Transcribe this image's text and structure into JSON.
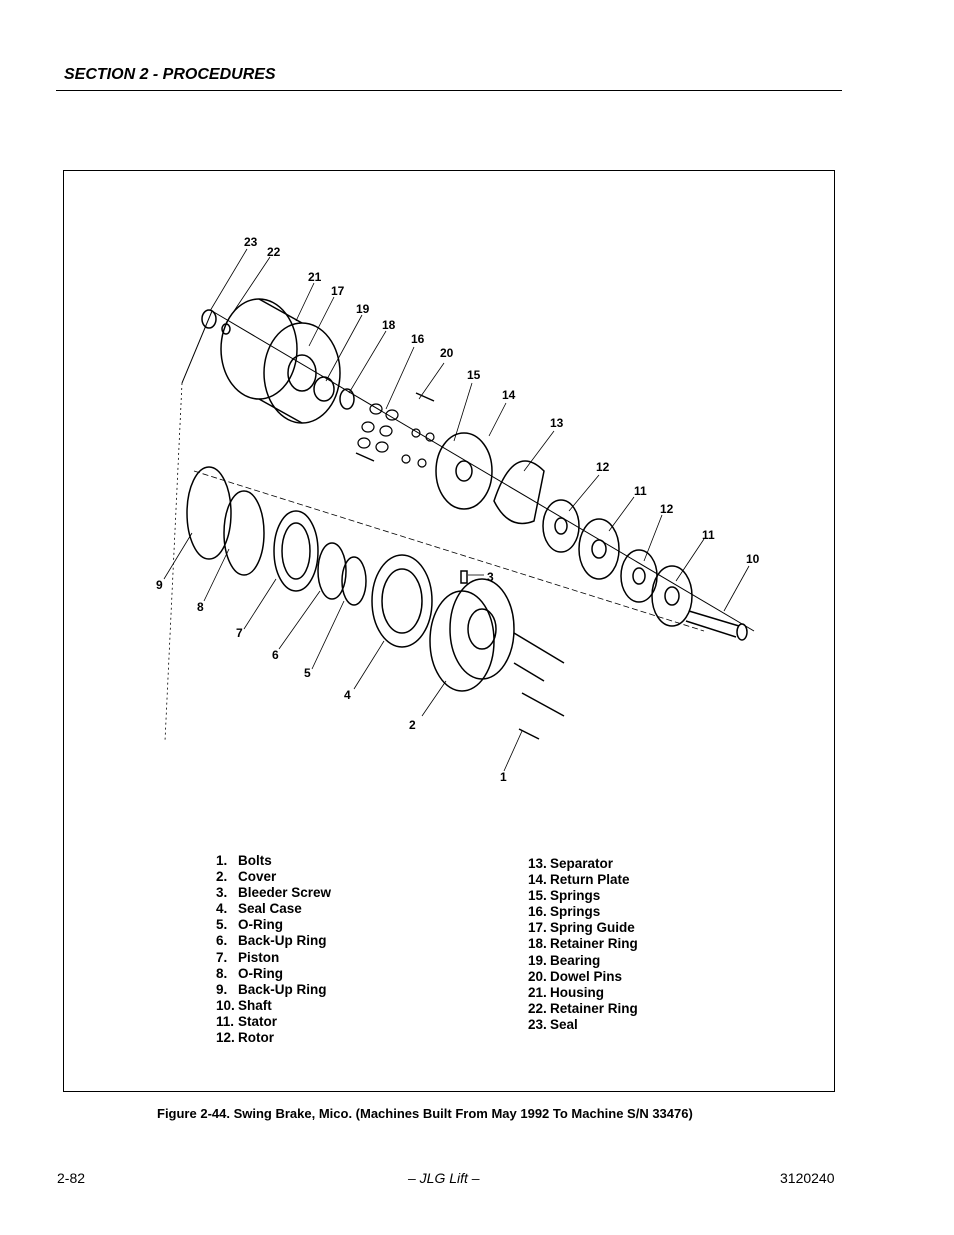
{
  "header": {
    "section": "SECTION 2 - PROCEDURES"
  },
  "figure": {
    "callouts": [
      "23",
      "22",
      "21",
      "17",
      "19",
      "18",
      "16",
      "20",
      "15",
      "14",
      "13",
      "12",
      "11",
      "12",
      "11",
      "10",
      "9",
      "8",
      "7",
      "6",
      "5",
      "4",
      "3",
      "2",
      "1"
    ],
    "legend_left": [
      {
        "num": "1.",
        "label": "Bolts"
      },
      {
        "num": "2.",
        "label": "Cover"
      },
      {
        "num": "3.",
        "label": "Bleeder Screw"
      },
      {
        "num": "4.",
        "label": "Seal Case"
      },
      {
        "num": "5.",
        "label": "O-Ring"
      },
      {
        "num": "6.",
        "label": "Back-Up Ring"
      },
      {
        "num": "7.",
        "label": "Piston"
      },
      {
        "num": "8.",
        "label": "O-Ring"
      },
      {
        "num": "9.",
        "label": "Back-Up Ring"
      },
      {
        "num": "10.",
        "label": "Shaft"
      },
      {
        "num": "11.",
        "label": "Stator"
      },
      {
        "num": "12.",
        "label": "Rotor"
      }
    ],
    "legend_right": [
      {
        "num": "13.",
        "label": "Separator"
      },
      {
        "num": "14.",
        "label": "Return Plate"
      },
      {
        "num": "15.",
        "label": "Springs"
      },
      {
        "num": "16.",
        "label": "Springs"
      },
      {
        "num": "17.",
        "label": "Spring Guide"
      },
      {
        "num": "18.",
        "label": "Retainer Ring"
      },
      {
        "num": "19.",
        "label": "Bearing"
      },
      {
        "num": "20.",
        "label": "Dowel Pins"
      },
      {
        "num": "21.",
        "label": "Housing"
      },
      {
        "num": "22.",
        "label": "Retainer Ring"
      },
      {
        "num": "23.",
        "label": "Seal"
      }
    ],
    "caption": "Figure 2-44.  Swing Brake, Mico. (Machines Built From May 1992 To Machine S/N 33476)"
  },
  "footer": {
    "page": "2-82",
    "center": "– JLG Lift –",
    "doc_number": "3120240"
  }
}
